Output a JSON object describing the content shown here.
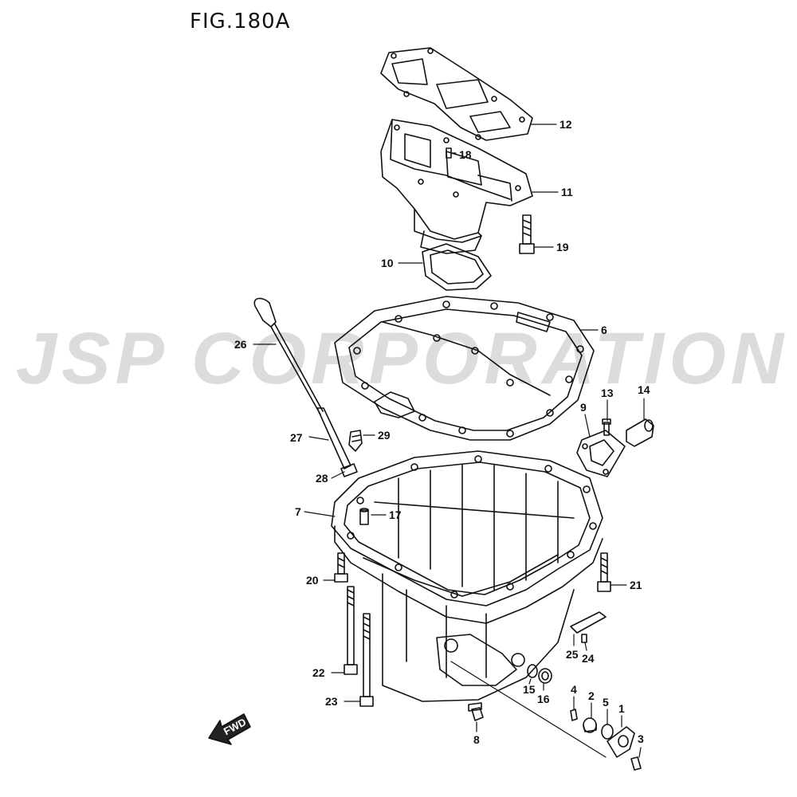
{
  "figure": {
    "title": "FIG.180A",
    "watermark": "JSP CORPORATION",
    "fwd_label": "FWD"
  },
  "callouts": [
    {
      "id": "12",
      "text": "12"
    },
    {
      "id": "18",
      "text": "18"
    },
    {
      "id": "11",
      "text": "11"
    },
    {
      "id": "19",
      "text": "19"
    },
    {
      "id": "10",
      "text": "10"
    },
    {
      "id": "6",
      "text": "6"
    },
    {
      "id": "26",
      "text": "26"
    },
    {
      "id": "13",
      "text": "13"
    },
    {
      "id": "14",
      "text": "14"
    },
    {
      "id": "9",
      "text": "9"
    },
    {
      "id": "27",
      "text": "27"
    },
    {
      "id": "29",
      "text": "29"
    },
    {
      "id": "28",
      "text": "28"
    },
    {
      "id": "7",
      "text": "7"
    },
    {
      "id": "17",
      "text": "17"
    },
    {
      "id": "20",
      "text": "20"
    },
    {
      "id": "21",
      "text": "21"
    },
    {
      "id": "25",
      "text": "25"
    },
    {
      "id": "24",
      "text": "24"
    },
    {
      "id": "22",
      "text": "22"
    },
    {
      "id": "15",
      "text": "15"
    },
    {
      "id": "16",
      "text": "16"
    },
    {
      "id": "4",
      "text": "4"
    },
    {
      "id": "2",
      "text": "2"
    },
    {
      "id": "5",
      "text": "5"
    },
    {
      "id": "1",
      "text": "1"
    },
    {
      "id": "23",
      "text": "23"
    },
    {
      "id": "3",
      "text": "3"
    },
    {
      "id": "8",
      "text": "8"
    }
  ]
}
